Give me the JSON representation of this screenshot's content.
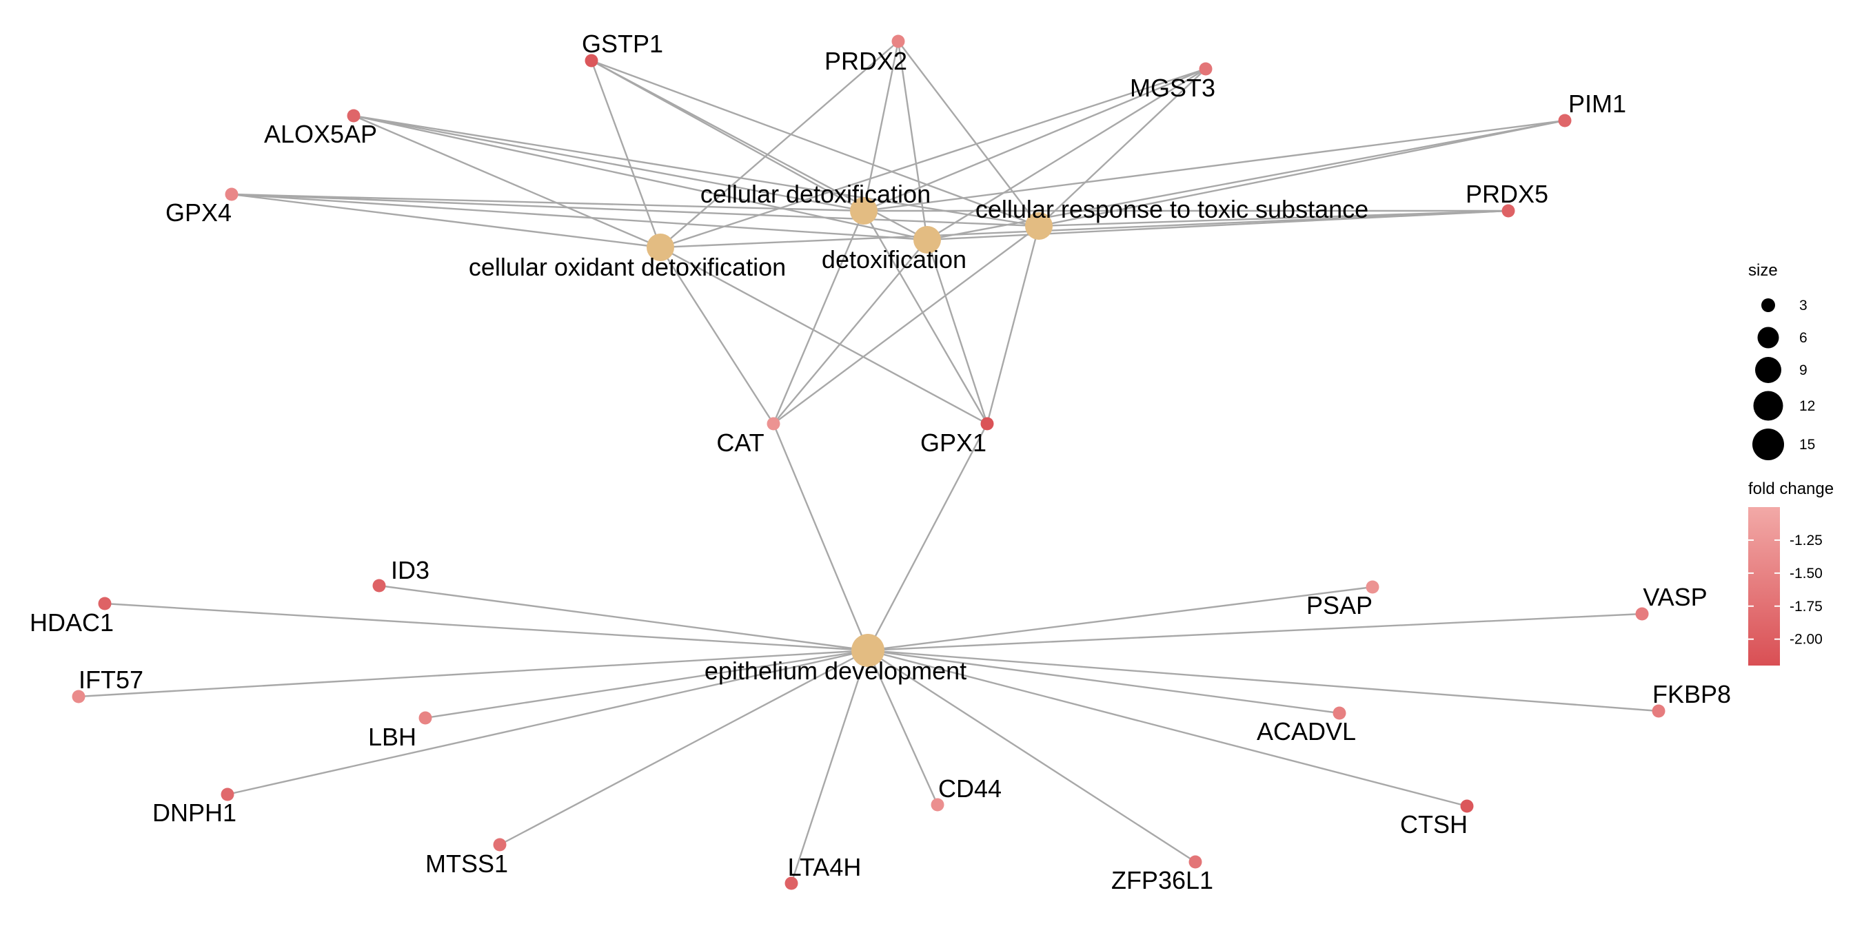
{
  "network": {
    "categories": [
      {
        "id": "cod",
        "label": "cellular oxidant detoxification"
      },
      {
        "id": "cd",
        "label": "cellular detoxification"
      },
      {
        "id": "det",
        "label": "detoxification"
      },
      {
        "id": "crts",
        "label": "cellular response to toxic substance"
      },
      {
        "id": "epi",
        "label": "epithelium development"
      }
    ],
    "genes": [
      {
        "id": "GSTP1",
        "label": "GSTP1",
        "fold_change": -2.1
      },
      {
        "id": "PRDX2",
        "label": "PRDX2",
        "fold_change": -1.5
      },
      {
        "id": "MGST3",
        "label": "MGST3",
        "fold_change": -1.7
      },
      {
        "id": "ALOX5AP",
        "label": "ALOX5AP",
        "fold_change": -1.9
      },
      {
        "id": "PIM1",
        "label": "PIM1",
        "fold_change": -1.9
      },
      {
        "id": "GPX4",
        "label": "GPX4",
        "fold_change": -1.45
      },
      {
        "id": "PRDX5",
        "label": "PRDX5",
        "fold_change": -1.95
      },
      {
        "id": "CAT",
        "label": "CAT",
        "fold_change": -1.3
      },
      {
        "id": "GPX1",
        "label": "GPX1",
        "fold_change": -2.15
      },
      {
        "id": "ID3",
        "label": "ID3",
        "fold_change": -1.95
      },
      {
        "id": "HDAC1",
        "label": "HDAC1",
        "fold_change": -1.95
      },
      {
        "id": "IFT57",
        "label": "IFT57",
        "fold_change": -1.4
      },
      {
        "id": "LBH",
        "label": "LBH",
        "fold_change": -1.5
      },
      {
        "id": "DNPH1",
        "label": "DNPH1",
        "fold_change": -1.85
      },
      {
        "id": "MTSS1",
        "label": "MTSS1",
        "fold_change": -1.75
      },
      {
        "id": "LTA4H",
        "label": "LTA4H",
        "fold_change": -1.95
      },
      {
        "id": "CD44",
        "label": "CD44",
        "fold_change": -1.35
      },
      {
        "id": "ZFP36L1",
        "label": "ZFP36L1",
        "fold_change": -1.7
      },
      {
        "id": "CTSH",
        "label": "CTSH",
        "fold_change": -2.1
      },
      {
        "id": "ACADVL",
        "label": "ACADVL",
        "fold_change": -1.55
      },
      {
        "id": "PSAP",
        "label": "PSAP",
        "fold_change": -1.3
      },
      {
        "id": "VASP",
        "label": "VASP",
        "fold_change": -1.6
      },
      {
        "id": "FKBP8",
        "label": "FKBP8",
        "fold_change": -1.6
      }
    ],
    "edges": [
      [
        "GSTP1",
        "cod"
      ],
      [
        "GSTP1",
        "cd"
      ],
      [
        "GSTP1",
        "det"
      ],
      [
        "GSTP1",
        "crts"
      ],
      [
        "PRDX2",
        "cod"
      ],
      [
        "PRDX2",
        "cd"
      ],
      [
        "PRDX2",
        "det"
      ],
      [
        "PRDX2",
        "crts"
      ],
      [
        "MGST3",
        "cod"
      ],
      [
        "MGST3",
        "cd"
      ],
      [
        "MGST3",
        "det"
      ],
      [
        "MGST3",
        "crts"
      ],
      [
        "ALOX5AP",
        "cod"
      ],
      [
        "ALOX5AP",
        "cd"
      ],
      [
        "ALOX5AP",
        "det"
      ],
      [
        "ALOX5AP",
        "crts"
      ],
      [
        "PIM1",
        "cd"
      ],
      [
        "PIM1",
        "det"
      ],
      [
        "PIM1",
        "crts"
      ],
      [
        "GPX4",
        "cod"
      ],
      [
        "GPX4",
        "cd"
      ],
      [
        "GPX4",
        "det"
      ],
      [
        "GPX4",
        "crts"
      ],
      [
        "PRDX5",
        "cod"
      ],
      [
        "PRDX5",
        "cd"
      ],
      [
        "PRDX5",
        "det"
      ],
      [
        "PRDX5",
        "crts"
      ],
      [
        "CAT",
        "cod"
      ],
      [
        "CAT",
        "cd"
      ],
      [
        "CAT",
        "det"
      ],
      [
        "CAT",
        "crts"
      ],
      [
        "CAT",
        "epi"
      ],
      [
        "GPX1",
        "cod"
      ],
      [
        "GPX1",
        "cd"
      ],
      [
        "GPX1",
        "det"
      ],
      [
        "GPX1",
        "crts"
      ],
      [
        "GPX1",
        "epi"
      ],
      [
        "ID3",
        "epi"
      ],
      [
        "HDAC1",
        "epi"
      ],
      [
        "IFT57",
        "epi"
      ],
      [
        "LBH",
        "epi"
      ],
      [
        "DNPH1",
        "epi"
      ],
      [
        "MTSS1",
        "epi"
      ],
      [
        "LTA4H",
        "epi"
      ],
      [
        "CD44",
        "epi"
      ],
      [
        "ZFP36L1",
        "epi"
      ],
      [
        "CTSH",
        "epi"
      ],
      [
        "ACADVL",
        "epi"
      ],
      [
        "PSAP",
        "epi"
      ],
      [
        "VASP",
        "epi"
      ],
      [
        "FKBP8",
        "epi"
      ]
    ]
  },
  "legend": {
    "size": {
      "title": "size",
      "levels": [
        {
          "label": "3",
          "value": 3
        },
        {
          "label": "6",
          "value": 6
        },
        {
          "label": "9",
          "value": 9
        },
        {
          "label": "12",
          "value": 12
        },
        {
          "label": "15",
          "value": 15
        }
      ]
    },
    "fold_change": {
      "title": "fold change",
      "ticks": [
        {
          "label": "-1.25",
          "value": -1.25
        },
        {
          "label": "-1.50",
          "value": -1.5
        },
        {
          "label": "-1.75",
          "value": -1.75
        },
        {
          "label": "-2.00",
          "value": -2.0
        }
      ],
      "range": [
        -2.2,
        -1.0
      ],
      "color_low": "#f2a9a7",
      "color_high": "#d94f54"
    }
  },
  "colors": {
    "category_node": "#e3bc82",
    "edge": "#a8a8a8"
  }
}
